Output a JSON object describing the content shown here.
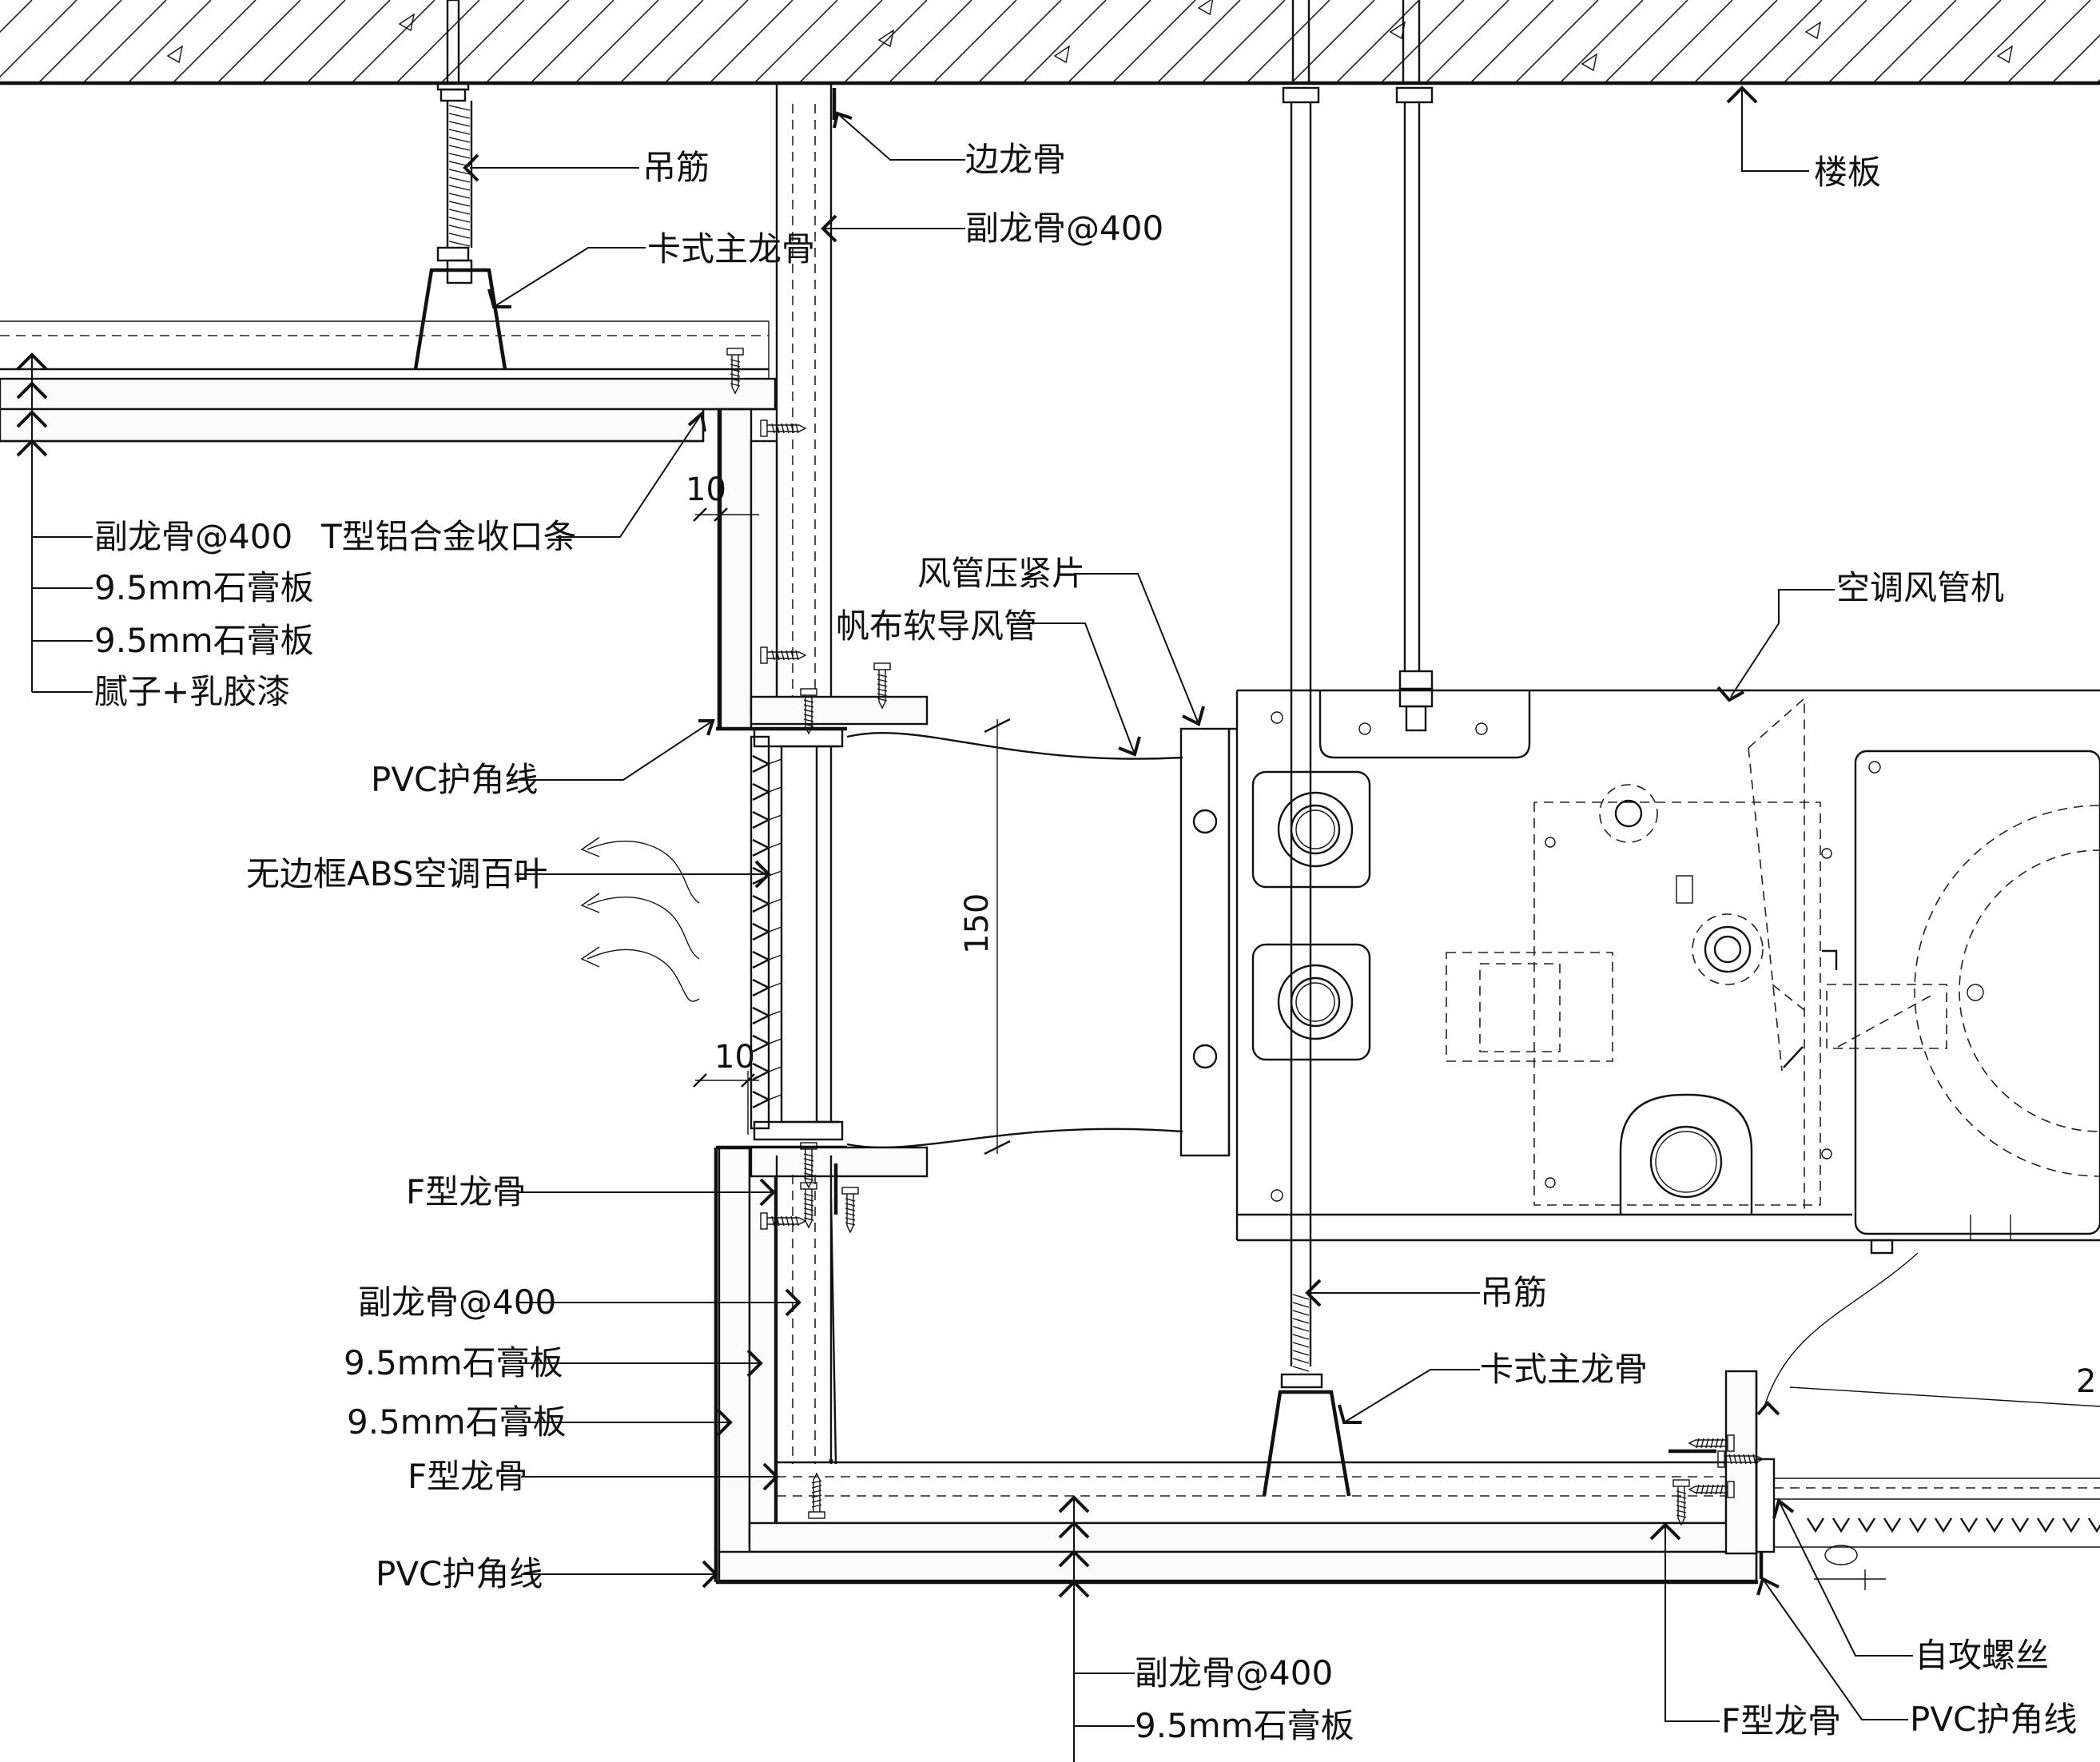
{
  "labels": {
    "diaojin_top": "吊筋",
    "bianlonggu": "边龙骨",
    "floor_slab": "楼板",
    "fulonggu_top": "副龙骨@400",
    "kashi_zhulonggu_top": "卡式主龙骨",
    "fulonggu_left": "副龙骨@400",
    "t_trim": "T型铝合金收口条",
    "gypsum_left_1": "9.5mm石膏板",
    "gypsum_left_2": "9.5mm石膏板",
    "putty_paint": "腻子+乳胶漆",
    "duct_clamp": "风管压紧片",
    "canvas_duct": "帆布软导风管",
    "ac_unit": "空调风管机",
    "pvc_corner_top": "PVC护角线",
    "louver": "无边框ABS空调百叶",
    "f_keel_top": "F型龙骨",
    "fulonggu_mid": "副龙骨@400",
    "gypsum_mid_1": "9.5mm石膏板",
    "gypsum_mid_2": "9.5mm石膏板",
    "f_keel_mid": "F型龙骨",
    "pvc_corner_bottom": "PVC护角线",
    "diaojin_mid": "吊筋",
    "kashi_zhulonggu_mid": "卡式主龙骨",
    "fulonggu_bottom": "副龙骨@400",
    "gypsum_bottom": "9.5mm石膏板",
    "self_tapping_screw": "自攻螺丝",
    "f_keel_bottom": "F型龙骨",
    "pvc_corner_right": "PVC护角线"
  },
  "dimensions": {
    "gap_top": "10",
    "gap_bottom": "10",
    "duct_height": "150",
    "right_partial": "2"
  },
  "colors": {
    "line": "#111111",
    "background": "#ffffff"
  }
}
